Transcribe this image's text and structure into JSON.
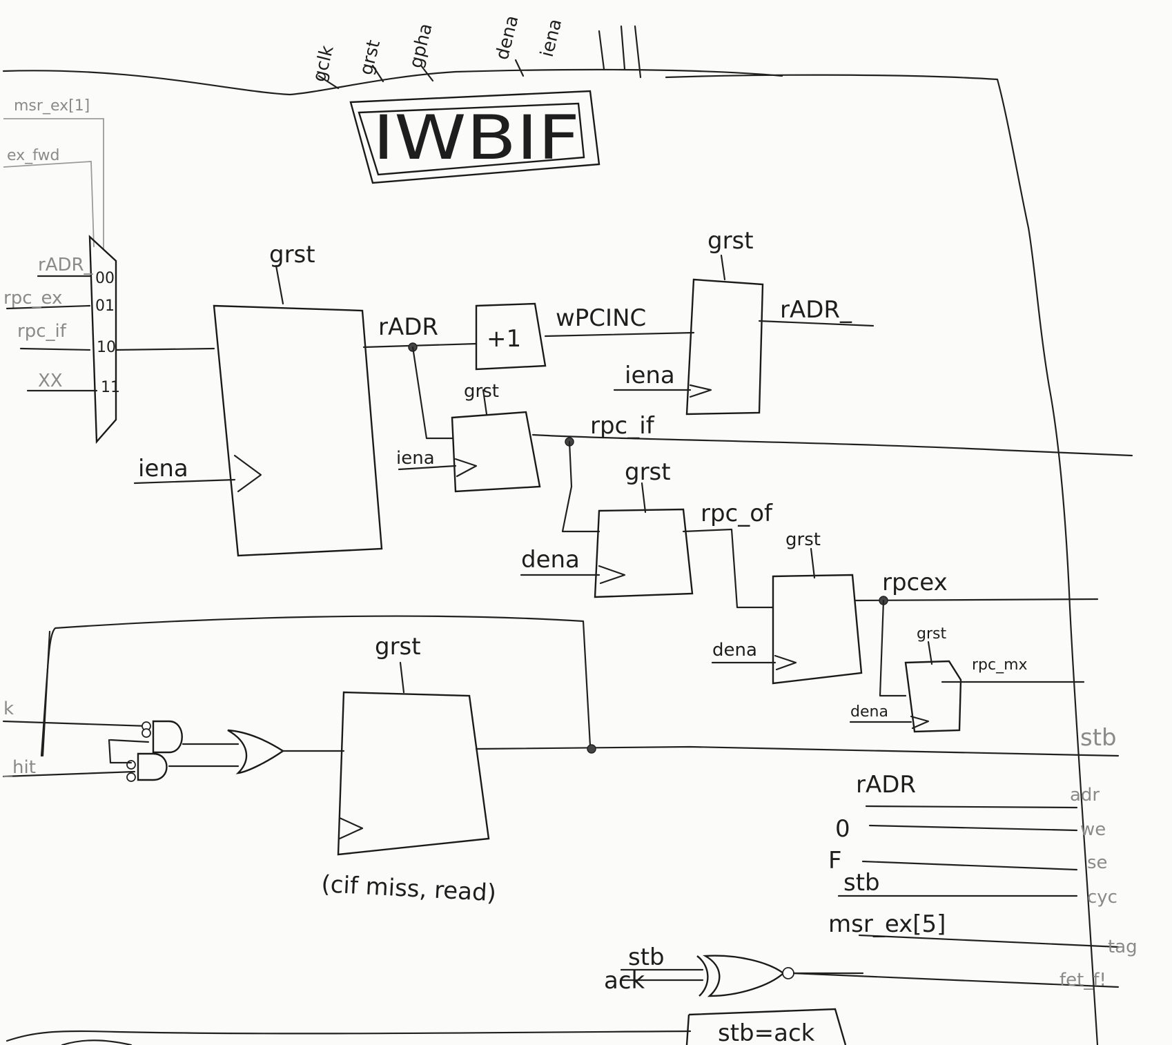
{
  "top_inputs": [
    "gclk",
    "grst",
    "gpha",
    "dena",
    "iena"
  ],
  "block_title": "IWBIF",
  "mux": {
    "inputs": [
      "rADR_",
      "rpc_ex",
      "rpc_if",
      "XX"
    ],
    "selects": [
      "00",
      "01",
      "10",
      "11"
    ],
    "top_left_faint": [
      "msr_ex[1]",
      "ex_fwd"
    ]
  },
  "labels": {
    "grst": "grst",
    "iena": "iena",
    "dena": "dena",
    "radr": "rADR",
    "plus_one": "+1",
    "wpcinc": "wPCINC",
    "radr_out": "rADR_",
    "rpc_if": "rpc_if",
    "rpc_of": "rpc_of",
    "rpc_ex": "rpcex",
    "rpc_mx": "rpc_mx",
    "left_faint_1": "k",
    "left_faint_2": "_hit",
    "cif_note": "(cif miss, read)",
    "stb_in": "stb",
    "ack_in": "ack",
    "stb_eq_ack": "stb=ack"
  },
  "bus": {
    "left": [
      "rADR",
      "0",
      "F",
      "stb",
      "msr_ex[5]"
    ],
    "right": [
      "stb",
      "adr",
      "we",
      "se",
      "cyc",
      "tag",
      "fet_f!"
    ]
  }
}
